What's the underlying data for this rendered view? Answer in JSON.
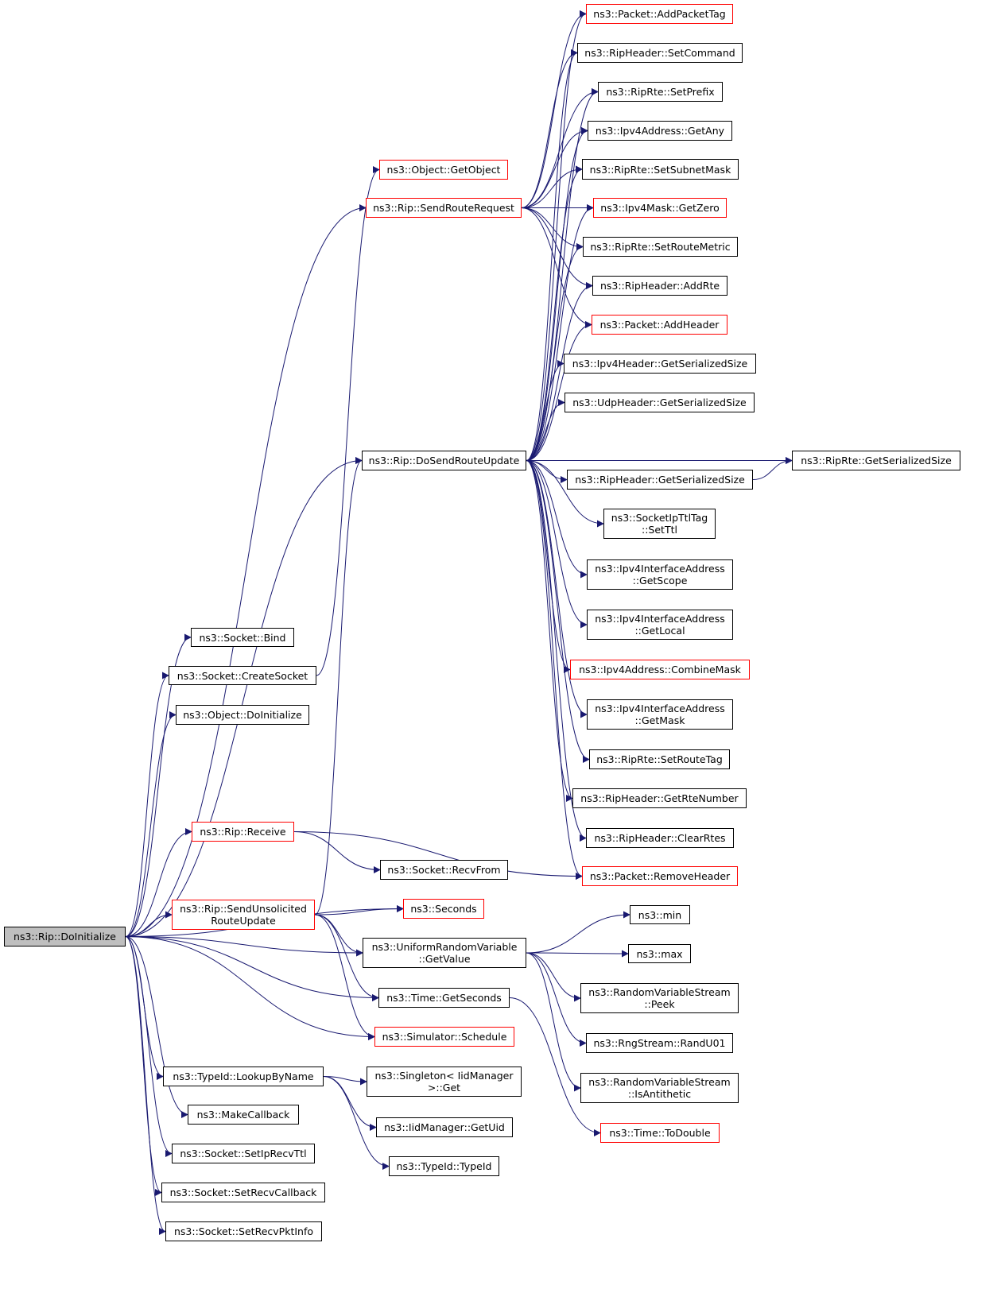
{
  "colors": {
    "edge": "#191970",
    "linked_border": "#ff0000",
    "plain_border": "#000000",
    "root_fill": "#bfbfbf"
  },
  "nodes": {
    "doInit": {
      "label": "ns3::Rip::DoInitialize",
      "style": "root"
    },
    "addPacketTag": {
      "label": "ns3::Packet::AddPacketTag",
      "style": "red"
    },
    "setCommand": {
      "label": "ns3::RipHeader::SetCommand",
      "style": "black"
    },
    "setPrefix": {
      "label": "ns3::RipRte::SetPrefix",
      "style": "black"
    },
    "ipv4GetAny": {
      "label": "ns3::Ipv4Address::GetAny",
      "style": "black"
    },
    "getObject": {
      "label": "ns3::Object::GetObject",
      "style": "red"
    },
    "setSubnetMask": {
      "label": "ns3::RipRte::SetSubnetMask",
      "style": "black"
    },
    "sendRouteRequest": {
      "label": "ns3::Rip::SendRouteRequest",
      "style": "red"
    },
    "getZero": {
      "label": "ns3::Ipv4Mask::GetZero",
      "style": "red"
    },
    "setRouteMetric": {
      "label": "ns3::RipRte::SetRouteMetric",
      "style": "black"
    },
    "addRte": {
      "label": "ns3::RipHeader::AddRte",
      "style": "black"
    },
    "addHeader": {
      "label": "ns3::Packet::AddHeader",
      "style": "red"
    },
    "ipv4HdrSize": {
      "label": "ns3::Ipv4Header::GetSerializedSize",
      "style": "black"
    },
    "udpHdrSize": {
      "label": "ns3::UdpHeader::GetSerializedSize",
      "style": "black"
    },
    "doSendRouteUpdate": {
      "label": "ns3::Rip::DoSendRouteUpdate",
      "style": "black"
    },
    "ripRteSize": {
      "label": "ns3::RipRte::GetSerializedSize",
      "style": "black"
    },
    "ripHdrSize": {
      "label": "ns3::RipHeader::GetSerializedSize",
      "style": "black"
    },
    "setTtl": {
      "label": "ns3::SocketIpTtlTag\n::SetTtl",
      "style": "black"
    },
    "getScope": {
      "label": "ns3::Ipv4InterfaceAddress\n::GetScope",
      "style": "black"
    },
    "getLocal": {
      "label": "ns3::Ipv4InterfaceAddress\n::GetLocal",
      "style": "black"
    },
    "socketBind": {
      "label": "ns3::Socket::Bind",
      "style": "black"
    },
    "createSocket": {
      "label": "ns3::Socket::CreateSocket",
      "style": "black"
    },
    "combineMask": {
      "label": "ns3::Ipv4Address::CombineMask",
      "style": "red"
    },
    "objDoInit": {
      "label": "ns3::Object::DoInitialize",
      "style": "black"
    },
    "getMask": {
      "label": "ns3::Ipv4InterfaceAddress\n::GetMask",
      "style": "black"
    },
    "setRouteTag": {
      "label": "ns3::RipRte::SetRouteTag",
      "style": "black"
    },
    "getRteNumber": {
      "label": "ns3::RipHeader::GetRteNumber",
      "style": "black"
    },
    "receive": {
      "label": "ns3::Rip::Receive",
      "style": "red"
    },
    "clearRtes": {
      "label": "ns3::RipHeader::ClearRtes",
      "style": "black"
    },
    "recvFrom": {
      "label": "ns3::Socket::RecvFrom",
      "style": "black"
    },
    "removeHeader": {
      "label": "ns3::Packet::RemoveHeader",
      "style": "red"
    },
    "sendUnsolicited": {
      "label": "ns3::Rip::SendUnsolicited\nRouteUpdate",
      "style": "red"
    },
    "seconds": {
      "label": "ns3::Seconds",
      "style": "red"
    },
    "min": {
      "label": "ns3::min",
      "style": "black"
    },
    "uniformGetValue": {
      "label": "ns3::UniformRandomVariable\n::GetValue",
      "style": "black"
    },
    "max": {
      "label": "ns3::max",
      "style": "black"
    },
    "rvsPeek": {
      "label": "ns3::RandomVariableStream\n::Peek",
      "style": "black"
    },
    "timeGetSeconds": {
      "label": "ns3::Time::GetSeconds",
      "style": "black"
    },
    "schedule": {
      "label": "ns3::Simulator::Schedule",
      "style": "red"
    },
    "randU01": {
      "label": "ns3::RngStream::RandU01",
      "style": "black"
    },
    "lookupByName": {
      "label": "ns3::TypeId::LookupByName",
      "style": "black"
    },
    "singletonGet": {
      "label": "ns3::Singleton< IidManager\n>::Get",
      "style": "black"
    },
    "isAntithetic": {
      "label": "ns3::RandomVariableStream\n::IsAntithetic",
      "style": "black"
    },
    "makeCallback": {
      "label": "ns3::MakeCallback",
      "style": "black"
    },
    "getUid": {
      "label": "ns3::IidManager::GetUid",
      "style": "black"
    },
    "toDouble": {
      "label": "ns3::Time::ToDouble",
      "style": "red"
    },
    "setIpRecvTtl": {
      "label": "ns3::Socket::SetIpRecvTtl",
      "style": "black"
    },
    "typeIdCtor": {
      "label": "ns3::TypeId::TypeId",
      "style": "black"
    },
    "setRecvCallback": {
      "label": "ns3::Socket::SetRecvCallback",
      "style": "black"
    },
    "setRecvPktInfo": {
      "label": "ns3::Socket::SetRecvPktInfo",
      "style": "black"
    }
  },
  "edges": [
    [
      "doInit",
      "socketBind"
    ],
    [
      "doInit",
      "createSocket"
    ],
    [
      "doInit",
      "objDoInit"
    ],
    [
      "doInit",
      "sendRouteRequest"
    ],
    [
      "doInit",
      "doSendRouteUpdate"
    ],
    [
      "doInit",
      "receive"
    ],
    [
      "doInit",
      "seconds"
    ],
    [
      "doInit",
      "sendUnsolicited"
    ],
    [
      "doInit",
      "uniformGetValue"
    ],
    [
      "doInit",
      "timeGetSeconds"
    ],
    [
      "doInit",
      "schedule"
    ],
    [
      "doInit",
      "lookupByName"
    ],
    [
      "doInit",
      "makeCallback"
    ],
    [
      "doInit",
      "setIpRecvTtl"
    ],
    [
      "doInit",
      "setRecvCallback"
    ],
    [
      "doInit",
      "setRecvPktInfo"
    ],
    [
      "createSocket",
      "getObject"
    ],
    [
      "sendRouteRequest",
      "addPacketTag"
    ],
    [
      "sendRouteRequest",
      "setCommand"
    ],
    [
      "sendRouteRequest",
      "setPrefix"
    ],
    [
      "sendRouteRequest",
      "ipv4GetAny"
    ],
    [
      "sendRouteRequest",
      "setSubnetMask"
    ],
    [
      "sendRouteRequest",
      "getZero"
    ],
    [
      "sendRouteRequest",
      "setRouteMetric"
    ],
    [
      "sendRouteRequest",
      "addRte"
    ],
    [
      "sendRouteRequest",
      "addHeader"
    ],
    [
      "doSendRouteUpdate",
      "addPacketTag"
    ],
    [
      "doSendRouteUpdate",
      "setCommand"
    ],
    [
      "doSendRouteUpdate",
      "setPrefix"
    ],
    [
      "doSendRouteUpdate",
      "ipv4GetAny"
    ],
    [
      "doSendRouteUpdate",
      "setSubnetMask"
    ],
    [
      "doSendRouteUpdate",
      "getZero"
    ],
    [
      "doSendRouteUpdate",
      "setRouteMetric"
    ],
    [
      "doSendRouteUpdate",
      "addRte"
    ],
    [
      "doSendRouteUpdate",
      "addHeader"
    ],
    [
      "doSendRouteUpdate",
      "ipv4HdrSize"
    ],
    [
      "doSendRouteUpdate",
      "udpHdrSize"
    ],
    [
      "doSendRouteUpdate",
      "ripRteSize"
    ],
    [
      "doSendRouteUpdate",
      "ripHdrSize"
    ],
    [
      "doSendRouteUpdate",
      "setTtl"
    ],
    [
      "doSendRouteUpdate",
      "getScope"
    ],
    [
      "doSendRouteUpdate",
      "getLocal"
    ],
    [
      "doSendRouteUpdate",
      "combineMask"
    ],
    [
      "doSendRouteUpdate",
      "getMask"
    ],
    [
      "doSendRouteUpdate",
      "setRouteTag"
    ],
    [
      "doSendRouteUpdate",
      "getRteNumber"
    ],
    [
      "doSendRouteUpdate",
      "clearRtes"
    ],
    [
      "doSendRouteUpdate",
      "removeHeader"
    ],
    [
      "ripHdrSize",
      "ripRteSize"
    ],
    [
      "receive",
      "recvFrom"
    ],
    [
      "receive",
      "removeHeader"
    ],
    [
      "sendUnsolicited",
      "doSendRouteUpdate"
    ],
    [
      "sendUnsolicited",
      "seconds"
    ],
    [
      "sendUnsolicited",
      "uniformGetValue"
    ],
    [
      "sendUnsolicited",
      "timeGetSeconds"
    ],
    [
      "sendUnsolicited",
      "schedule"
    ],
    [
      "uniformGetValue",
      "min"
    ],
    [
      "uniformGetValue",
      "max"
    ],
    [
      "uniformGetValue",
      "rvsPeek"
    ],
    [
      "uniformGetValue",
      "randU01"
    ],
    [
      "uniformGetValue",
      "isAntithetic"
    ],
    [
      "timeGetSeconds",
      "toDouble"
    ],
    [
      "lookupByName",
      "singletonGet"
    ],
    [
      "lookupByName",
      "getUid"
    ],
    [
      "lookupByName",
      "typeIdCtor"
    ]
  ]
}
